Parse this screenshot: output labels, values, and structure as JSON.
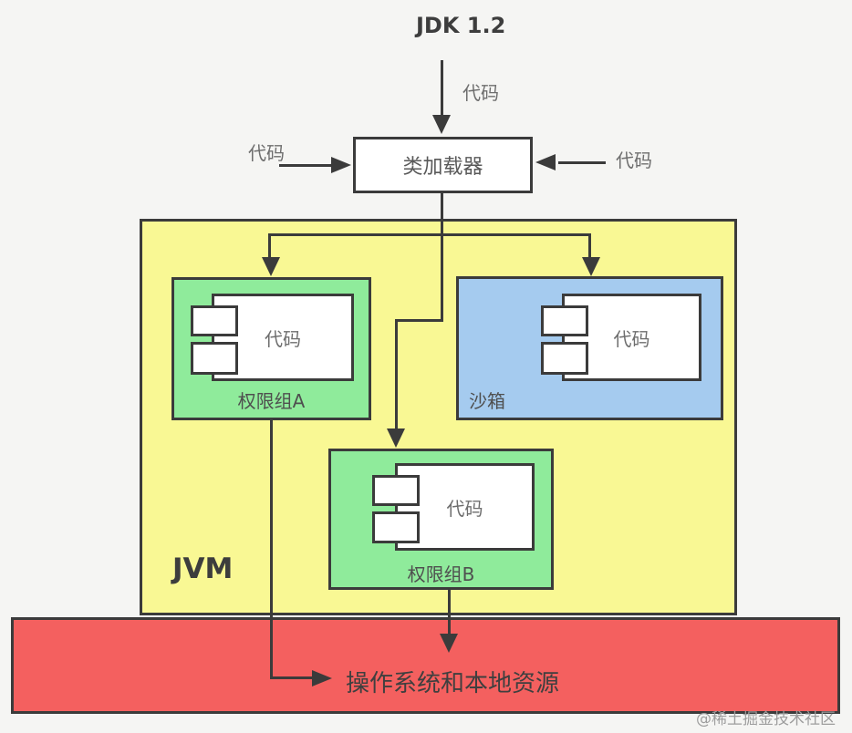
{
  "title": "JDK 1.2",
  "labels": {
    "code_top": "代码",
    "code_left": "代码",
    "code_right": "代码",
    "class_loader": "类加载器",
    "jvm": "JVM",
    "group_a": "权限组A",
    "group_a_code": "代码",
    "sandbox": "沙箱",
    "sandbox_code": "代码",
    "group_b": "权限组B",
    "group_b_code": "代码",
    "os": "操作系统和本地资源"
  },
  "watermark": "@稀土掘金技术社区",
  "colors": {
    "jvm_fill": "#f9f894",
    "group_fill": "#8feb9b",
    "sandbox_fill": "#a5cbef",
    "os_fill": "#f4605f",
    "line": "#3b3b3b"
  }
}
